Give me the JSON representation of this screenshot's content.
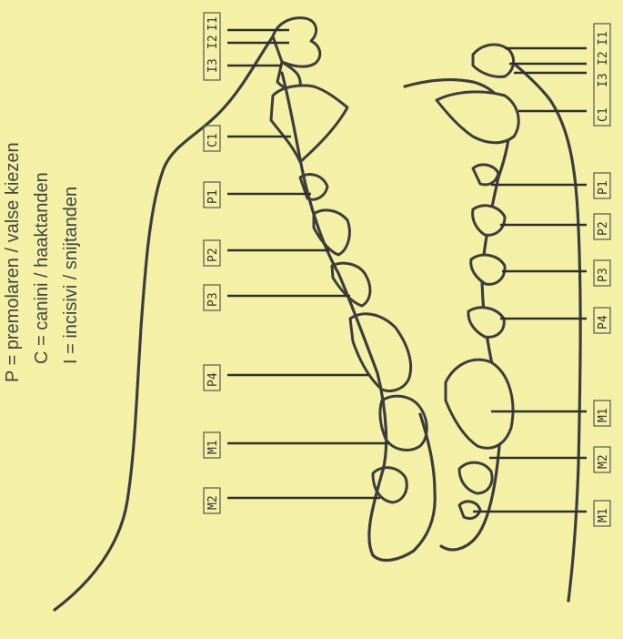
{
  "legend": {
    "p": "P = premolaren / valse kiezen",
    "c": "C = canini / haaktanden",
    "i": "I = incisivi / snijtanden"
  },
  "upper_jaw": {
    "labels": [
      "I3",
      "I2",
      "I1",
      "C1",
      "P1",
      "P2",
      "P3",
      "P4",
      "M1",
      "M2"
    ]
  },
  "lower_jaw": {
    "labels": [
      "C1",
      "I3",
      "I2",
      "I1",
      "P1",
      "P2",
      "P3",
      "P4",
      "M1",
      "M2",
      "M1"
    ]
  },
  "colors": {
    "paper": "#f4f0a6",
    "ink": "#3d3d3d"
  }
}
